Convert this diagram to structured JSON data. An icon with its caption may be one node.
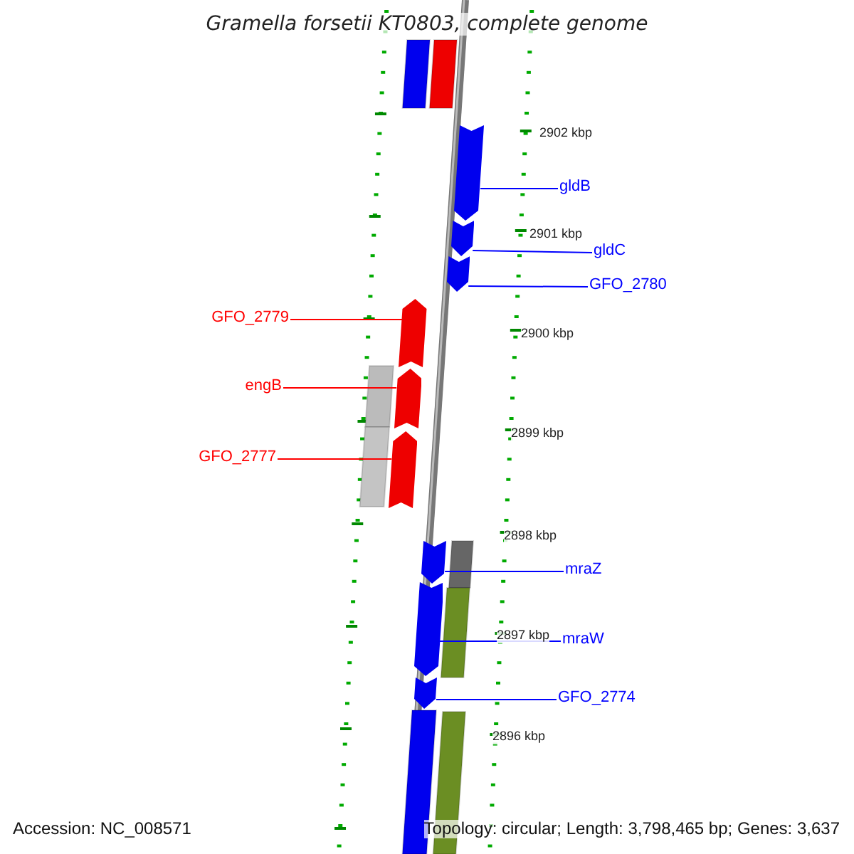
{
  "diagram": {
    "title": "Gramella forsetii KT0803, complete genome",
    "nodes": [
      {
        "text": [
          "gldB"
        ]
      },
      {
        "text": [],
        "shape": "arrow"
      },
      {
        "text": [
          "gldC"
        ]
      },
      {
        "text": [],
        "shape": "arrow"
      },
      {
        "text": [
          "GFO_2780"
        ]
      },
      {
        "text": [],
        "shape": "arrow"
      },
      {
        "text": [
          "GFO_2779"
        ]
      },
      {
        "text": [],
        "shape": "arrow"
      },
      {
        "text": [
          "engB"
        ]
      },
      {
        "text": [],
        "shape": "arrow"
      },
      {
        "text": [
          "GFO_2777"
        ]
      },
      {
        "text": [],
        "shape": "arrow"
      },
      {
        "text": [
          "mraZ"
        ]
      },
      {
        "text": [],
        "shape": "arrow"
      },
      {
        "text": [
          "mraW"
        ]
      },
      {
        "text": [],
        "shape": "arrow"
      },
      {
        "text": [
          "GFO_2774"
        ]
      },
      {
        "text": [],
        "shape": "arrow"
      }
    ],
    "edges": [
      {
        "from": 0,
        "to": 1,
        "arrow": "none"
      },
      {
        "from": 2,
        "to": 3,
        "arrow": "none"
      },
      {
        "from": 4,
        "to": 5,
        "arrow": "none"
      },
      {
        "from": 6,
        "to": 7,
        "arrow": "none",
        "color": "#ff0000"
      },
      {
        "from": 8,
        "to": 9,
        "arrow": "none",
        "color": "#ff0000"
      },
      {
        "from": 10,
        "to": 11,
        "arrow": "none",
        "color": "#ff0000"
      },
      {
        "from": 12,
        "to": 13,
        "arrow": "none"
      },
      {
        "from": 14,
        "to": 15,
        "arrow": "none"
      },
      {
        "from": 16,
        "to": 17,
        "arrow": "none"
      }
    ],
    "labels": [
      "2902 kbp",
      "2901 kbp",
      "2900 kbp",
      "2899 kbp",
      "2898 kbp",
      "2897 kbp",
      "2896 kbp",
      "Accession: NC_008571",
      "Topology: circular; Length: 3,798,465 bp; Genes: 3,637"
    ]
  }
}
